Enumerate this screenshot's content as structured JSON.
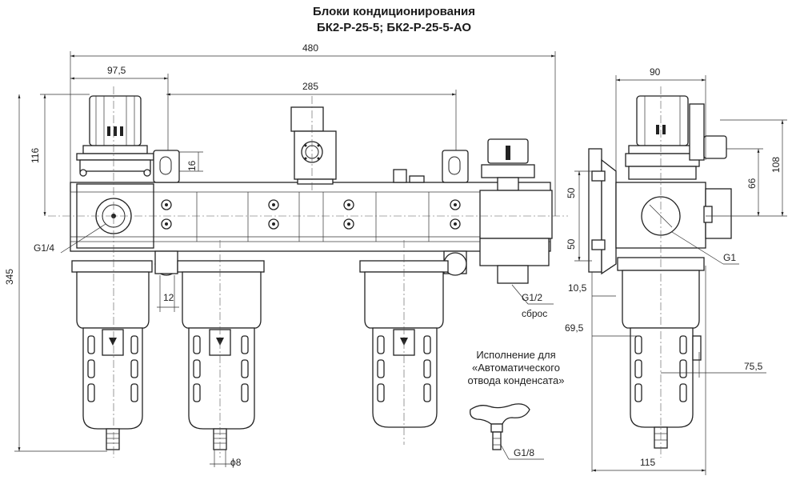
{
  "title": {
    "line1": "Блоки кондиционирования",
    "line2": "БК2-Р-25-5; БК2-Р-25-5-АО"
  },
  "dimensions": {
    "d480": "480",
    "d97_5": "97,5",
    "d285": "285",
    "d90": "90",
    "d116": "116",
    "d16": "16",
    "d345": "345",
    "d12": "12",
    "d50a": "50",
    "d50b": "50",
    "d66": "66",
    "d108": "108",
    "d10_5": "10,5",
    "d69_5": "69,5",
    "d75_5": "75,5",
    "d115": "115",
    "phi8": "ϕ8"
  },
  "threads": {
    "g14": "G1/4",
    "g12": "G1/2",
    "g1": "G1",
    "g18": "G1/8"
  },
  "labels": {
    "sbros": "сброс",
    "note_line1": "Исполнение для",
    "note_line2": "«Автоматического",
    "note_line3": "отвода конденсата»"
  }
}
